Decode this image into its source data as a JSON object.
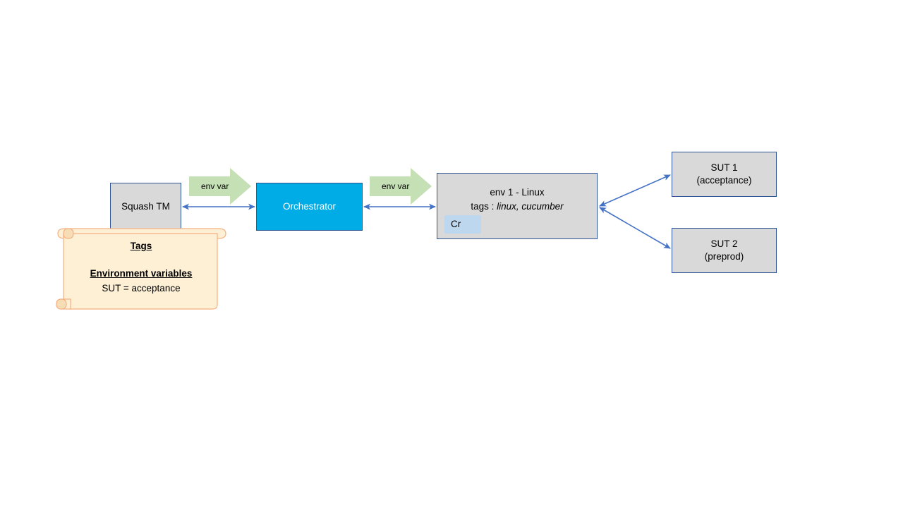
{
  "diagram": {
    "title": "Squash TM orchestrator environment routing diagram",
    "colors": {
      "box_fill_grey": "#d9d9d9",
      "box_fill_blue": "#00ace6",
      "box_border": "#2e5496",
      "arrow_line": "#4472c4",
      "block_arrow_fill": "#c5e0b4",
      "block_arrow_border": "#c5e0b4",
      "note_fill": "#fdf0d5",
      "note_border": "#f4b183",
      "chip_fill": "#bdd7ee",
      "background": "#ffffff"
    },
    "nodes": [
      {
        "id": "squash",
        "label": "Squash TM",
        "style": "grey"
      },
      {
        "id": "orchestrator",
        "label": "Orchestrator",
        "style": "blue"
      },
      {
        "id": "sut1",
        "line1": "SUT 1",
        "line2": "(acceptance)",
        "style": "grey"
      },
      {
        "id": "sut2",
        "line1": "SUT 2",
        "line2": "(preprod)",
        "style": "grey"
      }
    ],
    "environment": {
      "name": "env 1 - Linux",
      "tags_label": "tags :",
      "tags_value": "linux, cucumber",
      "chip_label": "Cr"
    },
    "block_arrows": [
      {
        "id": "env-var-1",
        "label": "env var"
      },
      {
        "id": "env-var-2",
        "label": "env var"
      }
    ],
    "note": {
      "heading_1": "Tags",
      "heading_2": "Environment variables",
      "value_1": "SUT = acceptance"
    },
    "connectors": [
      {
        "from": "squash",
        "to": "orchestrator",
        "kind": "double-arrow"
      },
      {
        "from": "orchestrator",
        "to": "environment",
        "kind": "double-arrow"
      },
      {
        "from": "environment",
        "to": "sut1",
        "kind": "double-arrow"
      },
      {
        "from": "environment",
        "to": "sut2",
        "kind": "double-arrow"
      }
    ]
  }
}
